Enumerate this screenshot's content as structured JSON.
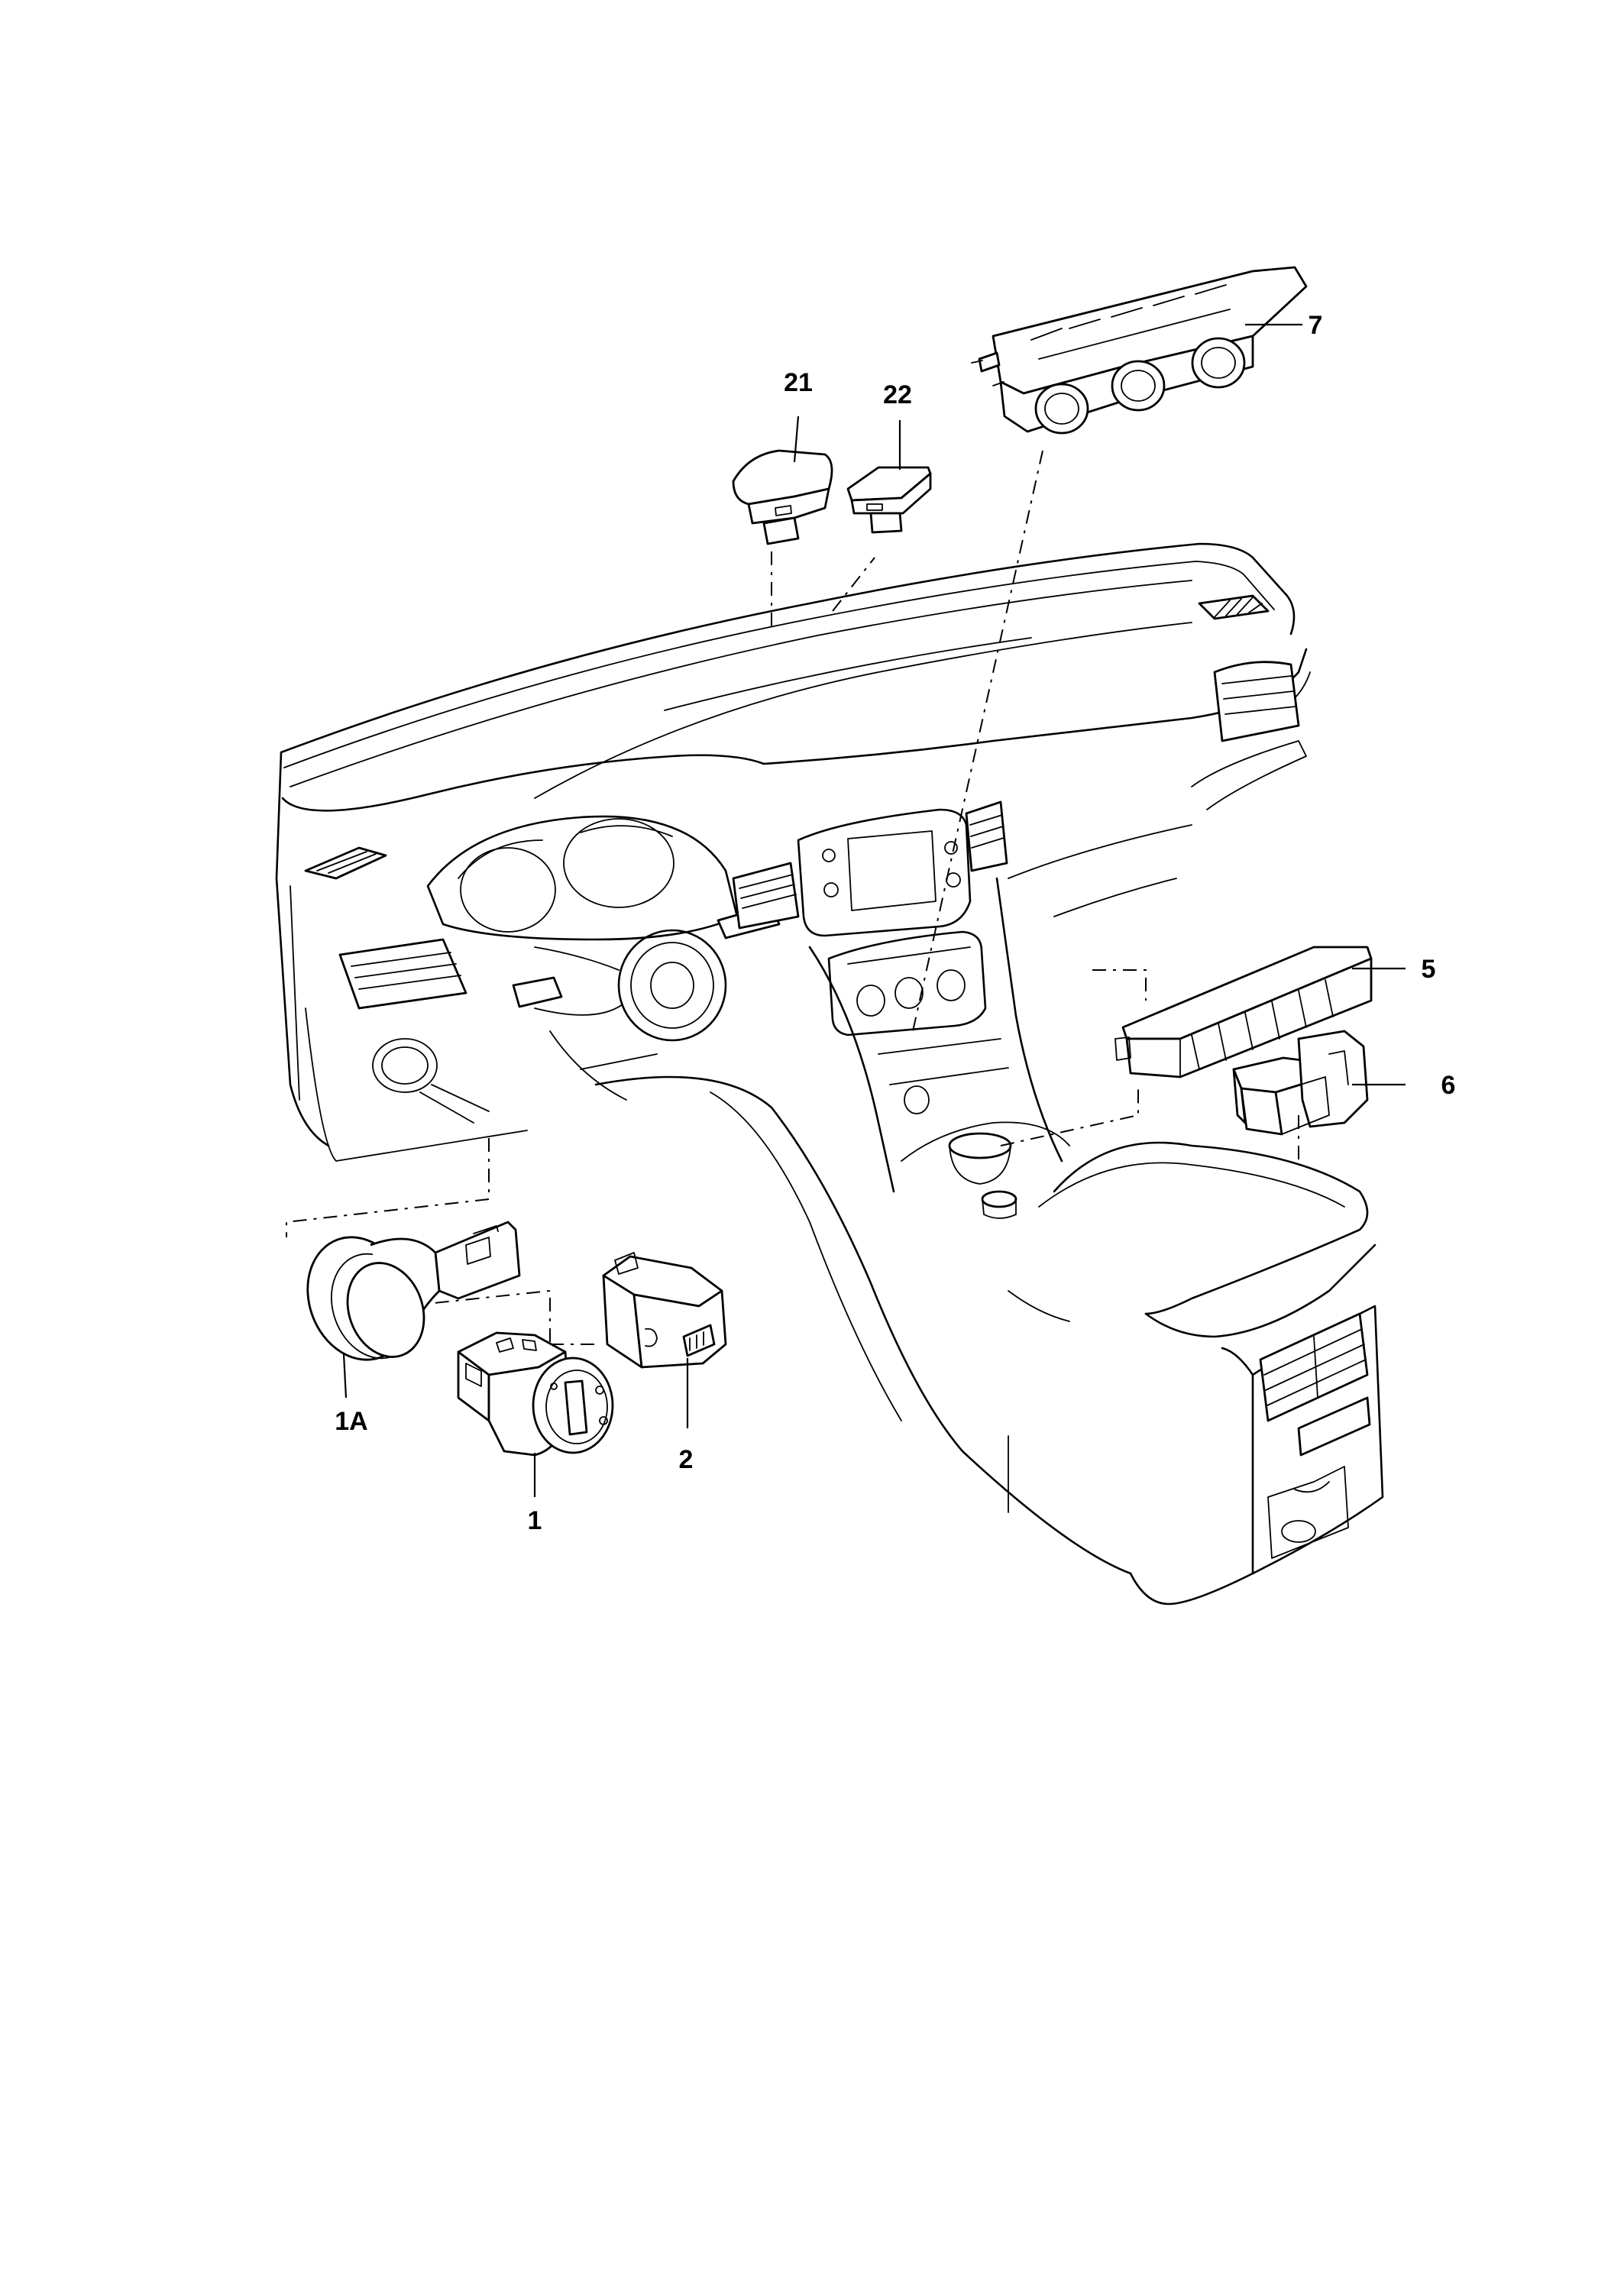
{
  "diagram": {
    "callouts": [
      {
        "id": "p1",
        "label": "1"
      },
      {
        "id": "p1a",
        "label": "1A"
      },
      {
        "id": "p2",
        "label": "2"
      },
      {
        "id": "p5",
        "label": "5"
      },
      {
        "id": "p6",
        "label": "6"
      },
      {
        "id": "p7",
        "label": "7"
      },
      {
        "id": "p21",
        "label": "21"
      },
      {
        "id": "p22",
        "label": "22"
      }
    ]
  }
}
